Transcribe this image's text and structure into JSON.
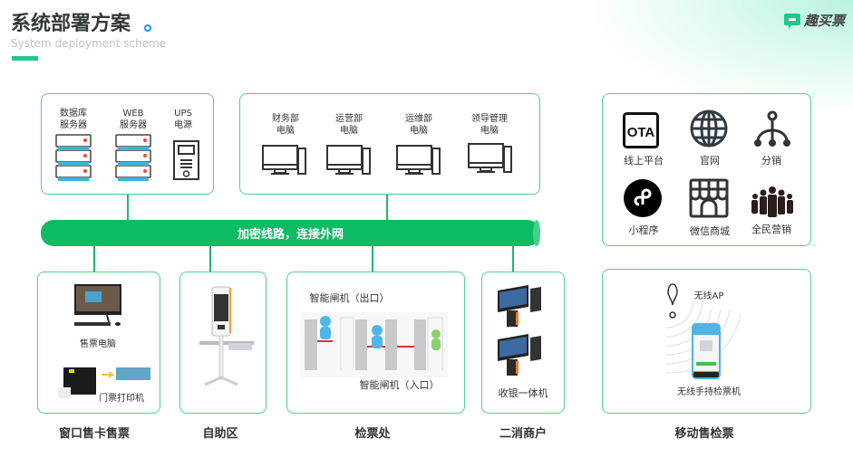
{
  "header": {
    "title": "系统部署方案",
    "subtitle": "System deployment scheme",
    "logo": "趣买票"
  },
  "backend": {
    "items": [
      {
        "label": "数据库\n服务器",
        "l1": "数据库",
        "l2": "服务器"
      },
      {
        "l1": "WEB",
        "l2": "服务器"
      },
      {
        "l1": "UPS",
        "l2": "电源"
      }
    ]
  },
  "offices": {
    "items": [
      {
        "l1": "财务部",
        "l2": "电脑"
      },
      {
        "l1": "运营部",
        "l2": "电脑"
      },
      {
        "l1": "运维部",
        "l2": "电脑"
      },
      {
        "l1": "领导管理",
        "l2": "电脑"
      }
    ]
  },
  "channels": {
    "items": [
      {
        "label": "线上平台",
        "icon": "OTA"
      },
      {
        "label": "官网"
      },
      {
        "label": "分销"
      },
      {
        "label": "小程序"
      },
      {
        "label": "微信商城"
      },
      {
        "label": "全民营销"
      }
    ]
  },
  "network": {
    "label": "加密线路，连接外网"
  },
  "window": {
    "pc": "售票电脑",
    "printer": "门票打印机",
    "caption": "窗口售卡售票"
  },
  "self": {
    "caption": "自助区"
  },
  "gate": {
    "exit": "智能闸机（出口）",
    "entry": "智能闸机（入口）",
    "caption": "检票处"
  },
  "merchant": {
    "device": "收银一体机",
    "caption": "二消商户"
  },
  "mobile": {
    "ap": "无线AP",
    "device": "无线手持检票机",
    "caption": "移动售检票"
  },
  "colors": {
    "green": "#0dbb62",
    "border": "#4fd08f",
    "accent": "#1ec98b",
    "dot": "#1e90ff"
  }
}
